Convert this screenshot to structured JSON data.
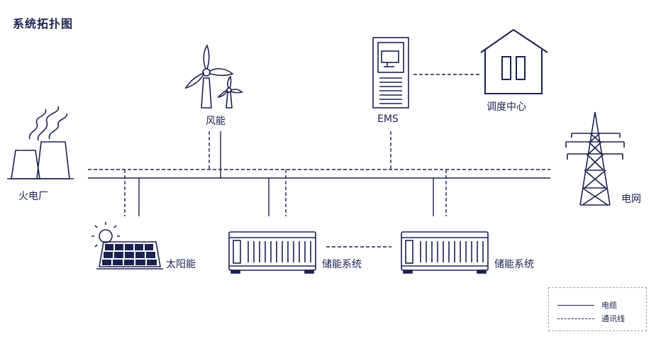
{
  "title": "系统拓扑图",
  "nodes": {
    "thermal": "火电厂",
    "wind": "风能",
    "ems": "EMS",
    "dispatch": "调度中心",
    "grid": "电网",
    "solar": "太阳能",
    "storage1": "储能系统",
    "storage2": "储能系统"
  },
  "legend": {
    "cable": "电缆",
    "comm": "通讯线"
  },
  "colors": {
    "line": "#1b2150"
  }
}
